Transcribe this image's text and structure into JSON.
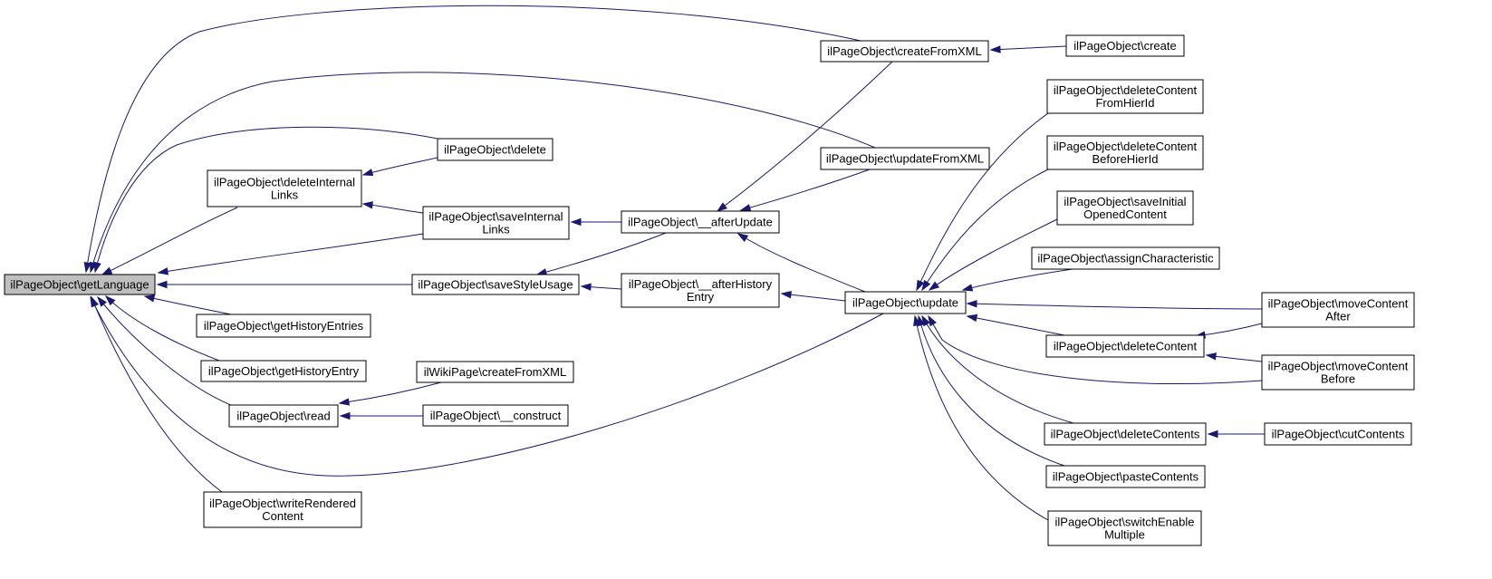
{
  "colors": {
    "edge": "#191970",
    "root_fill": "#bfbfbf",
    "node_fill": "#ffffff",
    "node_border": "#000000"
  },
  "nodes": {
    "getLanguage": [
      "ilPageObject\\getLanguage"
    ],
    "deleteInternalLinks": [
      "ilPageObject\\deleteInternal",
      "Links"
    ],
    "saveInternalLinks": [
      "ilPageObject\\saveInternal",
      "Links"
    ],
    "saveStyleUsage": [
      "ilPageObject\\saveStyleUsage"
    ],
    "getHistoryEntries": [
      "ilPageObject\\getHistoryEntries"
    ],
    "getHistoryEntry": [
      "ilPageObject\\getHistoryEntry"
    ],
    "read": [
      "ilPageObject\\read"
    ],
    "writeRenderedContent": [
      "ilPageObject\\writeRendered",
      "Content"
    ],
    "delete": [
      "ilPageObject\\delete"
    ],
    "wikiCreateFromXML": [
      "ilWikiPage\\createFromXML"
    ],
    "construct": [
      "ilPageObject\\__construct"
    ],
    "afterUpdate": [
      "ilPageObject\\__afterUpdate"
    ],
    "afterHistoryEntry": [
      "ilPageObject\\__afterHistory",
      "Entry"
    ],
    "createFromXML": [
      "ilPageObject\\createFromXML"
    ],
    "updateFromXML": [
      "ilPageObject\\updateFromXML"
    ],
    "update": [
      "ilPageObject\\update"
    ],
    "create": [
      "ilPageObject\\create"
    ],
    "deleteContentFromHierId": [
      "ilPageObject\\deleteContent",
      "FromHierId"
    ],
    "deleteContentBeforeHierId": [
      "ilPageObject\\deleteContent",
      "BeforeHierId"
    ],
    "saveInitialOpenedContent": [
      "ilPageObject\\saveInitial",
      "OpenedContent"
    ],
    "assignCharacteristic": [
      "ilPageObject\\assignCharacteristic"
    ],
    "deleteContent": [
      "ilPageObject\\deleteContent"
    ],
    "deleteContents": [
      "ilPageObject\\deleteContents"
    ],
    "pasteContents": [
      "ilPageObject\\pasteContents"
    ],
    "switchEnableMultiple": [
      "ilPageObject\\switchEnable",
      "Multiple"
    ],
    "moveContentAfter": [
      "ilPageObject\\moveContent",
      "After"
    ],
    "moveContentBefore": [
      "ilPageObject\\moveContent",
      "Before"
    ],
    "cutContents": [
      "ilPageObject\\cutContents"
    ]
  },
  "edges": [
    [
      "deleteInternalLinks",
      "getLanguage"
    ],
    [
      "saveInternalLinks",
      "getLanguage"
    ],
    [
      "saveStyleUsage",
      "getLanguage"
    ],
    [
      "getHistoryEntries",
      "getLanguage"
    ],
    [
      "getHistoryEntry",
      "getLanguage"
    ],
    [
      "read",
      "getLanguage"
    ],
    [
      "writeRenderedContent",
      "getLanguage"
    ],
    [
      "delete",
      "getLanguage"
    ],
    [
      "createFromXML",
      "getLanguage"
    ],
    [
      "updateFromXML",
      "getLanguage"
    ],
    [
      "update",
      "getLanguage"
    ],
    [
      "delete",
      "deleteInternalLinks"
    ],
    [
      "saveInternalLinks",
      "deleteInternalLinks"
    ],
    [
      "afterUpdate",
      "saveInternalLinks"
    ],
    [
      "afterUpdate",
      "saveStyleUsage"
    ],
    [
      "afterHistoryEntry",
      "saveStyleUsage"
    ],
    [
      "wikiCreateFromXML",
      "read"
    ],
    [
      "construct",
      "read"
    ],
    [
      "createFromXML",
      "afterUpdate"
    ],
    [
      "updateFromXML",
      "afterUpdate"
    ],
    [
      "update",
      "afterUpdate"
    ],
    [
      "update",
      "afterHistoryEntry"
    ],
    [
      "create",
      "createFromXML"
    ],
    [
      "deleteContentFromHierId",
      "update"
    ],
    [
      "deleteContentBeforeHierId",
      "update"
    ],
    [
      "saveInitialOpenedContent",
      "update"
    ],
    [
      "assignCharacteristic",
      "update"
    ],
    [
      "moveContentAfter",
      "update"
    ],
    [
      "deleteContent",
      "update"
    ],
    [
      "moveContentBefore",
      "update"
    ],
    [
      "deleteContents",
      "update"
    ],
    [
      "pasteContents",
      "update"
    ],
    [
      "switchEnableMultiple",
      "update"
    ],
    [
      "moveContentAfter",
      "deleteContent"
    ],
    [
      "moveContentBefore",
      "deleteContent"
    ],
    [
      "cutContents",
      "deleteContents"
    ]
  ]
}
